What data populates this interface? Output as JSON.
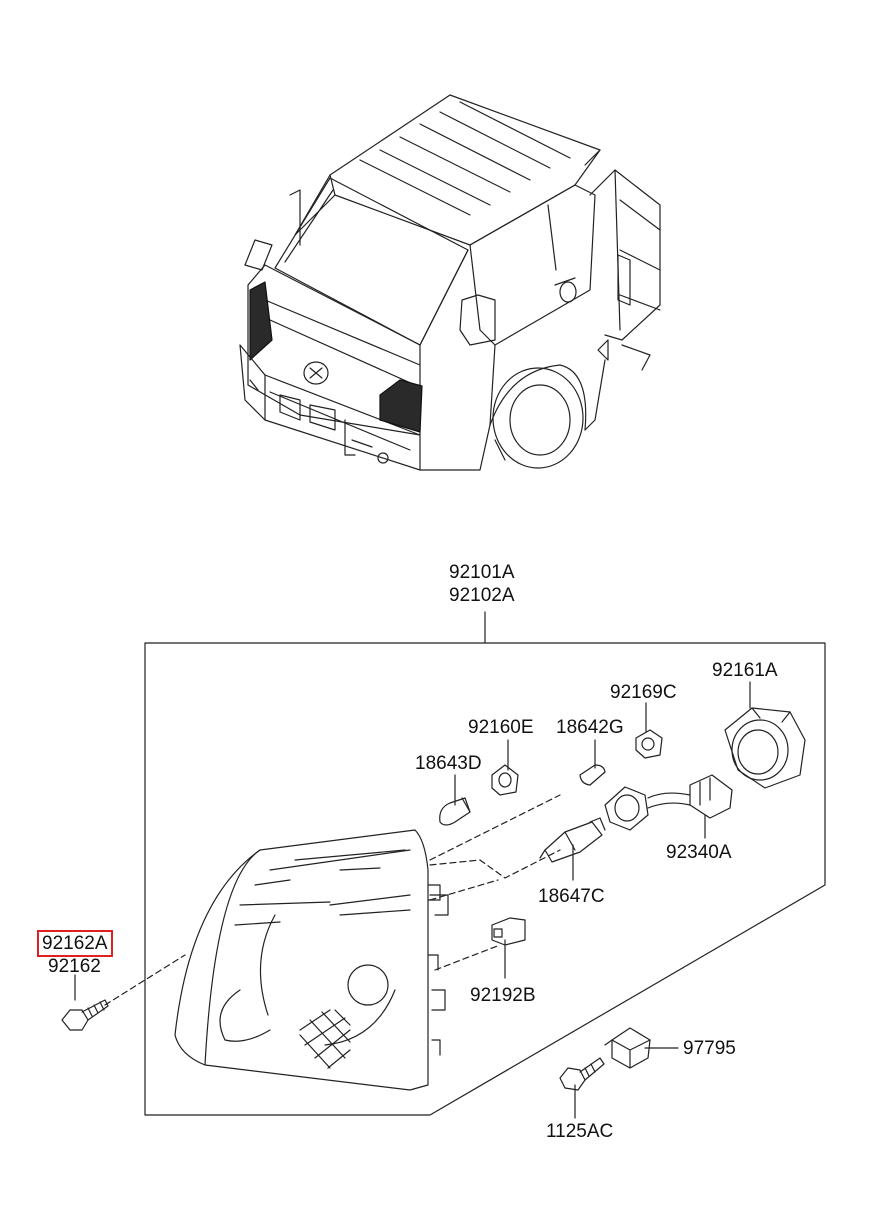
{
  "labels": {
    "assembly_a": "92101A",
    "assembly_b": "92102A",
    "p92161A": "92161A",
    "p92169C": "92169C",
    "p92160E": "92160E",
    "p18642G": "18642G",
    "p18643D": "18643D",
    "p92340A": "92340A",
    "p18647C": "18647C",
    "p92162A": "92162A",
    "p92162": "92162",
    "p92192B": "92192B",
    "p97795": "97795",
    "p1125AC": "1125AC"
  },
  "highlight_color": "#e02020"
}
